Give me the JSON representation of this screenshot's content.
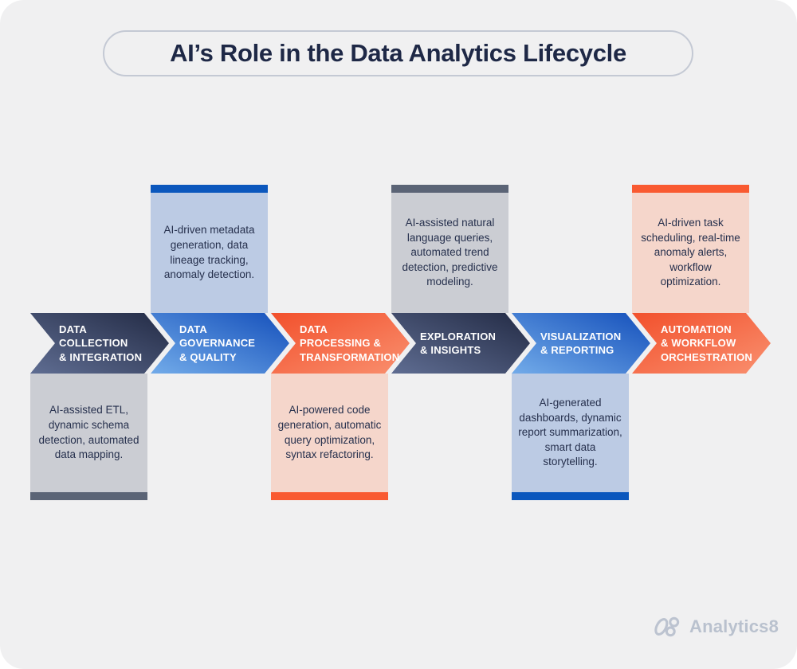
{
  "title": {
    "text": "AI’s Role in the Data Analytics Lifecycle"
  },
  "stages": [
    {
      "label": "DATA\nCOLLECTION\n& INTEGRATION",
      "theme": "navy",
      "card": {
        "position": "below",
        "theme": "gray",
        "text": "AI-assisted ETL, dynamic schema detection, automated data mapping."
      }
    },
    {
      "label": "DATA\nGOVERNANCE\n& QUALITY",
      "theme": "blue",
      "card": {
        "position": "above",
        "theme": "blue",
        "text": "AI-driven metadata generation, data lineage tracking, anomaly detection."
      }
    },
    {
      "label": "DATA\nPROCESSING &\nTRANSFORMATION",
      "theme": "orange",
      "card": {
        "position": "below",
        "theme": "orange",
        "text": "AI-powered code generation, automatic query optimization, syntax refactoring."
      }
    },
    {
      "label": "EXPLORATION\n& INSIGHTS",
      "theme": "navy",
      "card": {
        "position": "above",
        "theme": "gray",
        "text": "AI-assisted natural language queries, automated trend detection, predictive modeling."
      }
    },
    {
      "label": "VISUALIZATION\n& REPORTING",
      "theme": "blue",
      "card": {
        "position": "below",
        "theme": "blue",
        "text": "AI-generated dashboards, dynamic report summarization, smart data storytelling."
      }
    },
    {
      "label": "AUTOMATION\n& WORKFLOW\nORCHESTRATION",
      "theme": "orange",
      "card": {
        "position": "above",
        "theme": "orange",
        "text": "AI-driven task scheduling, real-time anomaly alerts, workflow optimization."
      }
    }
  ],
  "colors": {
    "background": "#f0f0f1",
    "title_navy": "#1e2846",
    "chevron_navy_dark": "#232b45",
    "chevron_navy_light": "#5f6d92",
    "chevron_blue_dark": "#1550bb",
    "chevron_blue_light": "#72abe9",
    "chevron_orange_dark": "#f2502c",
    "chevron_orange_light": "#f9906f",
    "card_blue_bg": "#bccbe4",
    "card_blue_bar": "#0b57bd",
    "card_gray_bg": "#cbcdd3",
    "card_gray_bar": "#5b6476",
    "card_orange_bg": "#f5d6cb",
    "card_orange_bar": "#f95a31",
    "logo_gray": "#b9c1ce"
  },
  "logo": {
    "text": "Analytics8",
    "icon": "analytics8-mark-icon"
  }
}
